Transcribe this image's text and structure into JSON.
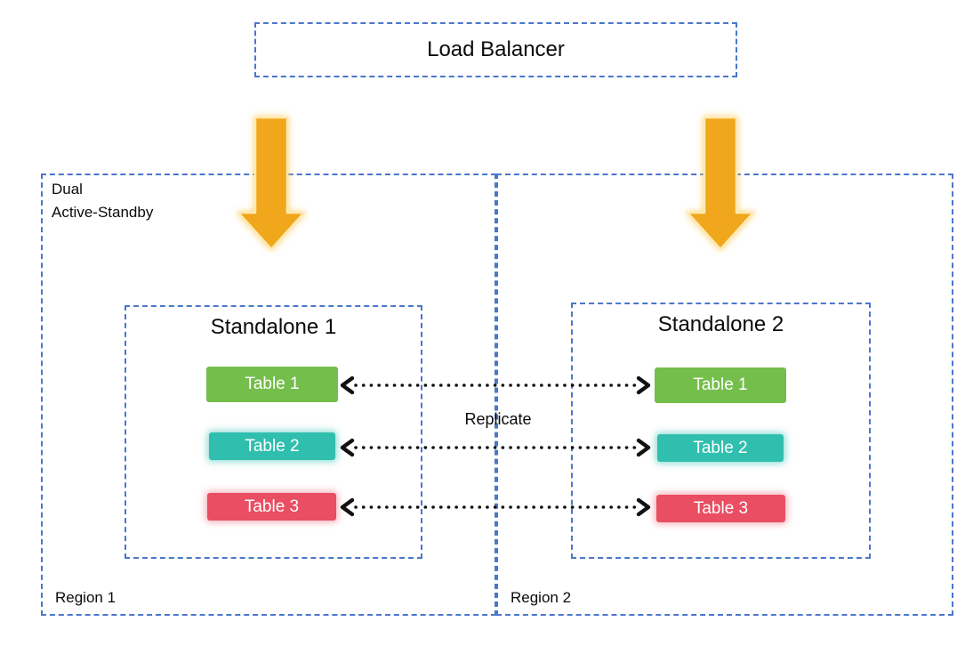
{
  "load_balancer": {
    "label": "Load Balancer"
  },
  "regions": [
    {
      "name": "Region 1",
      "note_line1": "Dual",
      "note_line2": "Active-Standby",
      "standalone": {
        "title": "Standalone 1",
        "tables": [
          {
            "label": "Table 1",
            "color": "#74BE4B"
          },
          {
            "label": "Table 2",
            "color": "#30BFAE"
          },
          {
            "label": "Table 3",
            "color": "#E94E63"
          }
        ]
      }
    },
    {
      "name": "Region 2",
      "standalone": {
        "title": "Standalone 2",
        "tables": [
          {
            "label": "Table 1",
            "color": "#74BE4B"
          },
          {
            "label": "Table 2",
            "color": "#30BFAE"
          },
          {
            "label": "Table 3",
            "color": "#E94E63"
          }
        ]
      }
    }
  ],
  "replicate": {
    "label": "Replicate"
  },
  "colors": {
    "dashed_border": "#4A77CB",
    "flow_arrow": "#F0A71B",
    "flow_arrow_glow": "#FFE9B3",
    "replicate_arrow": "#111111",
    "table_text": "#FFFFFF"
  }
}
